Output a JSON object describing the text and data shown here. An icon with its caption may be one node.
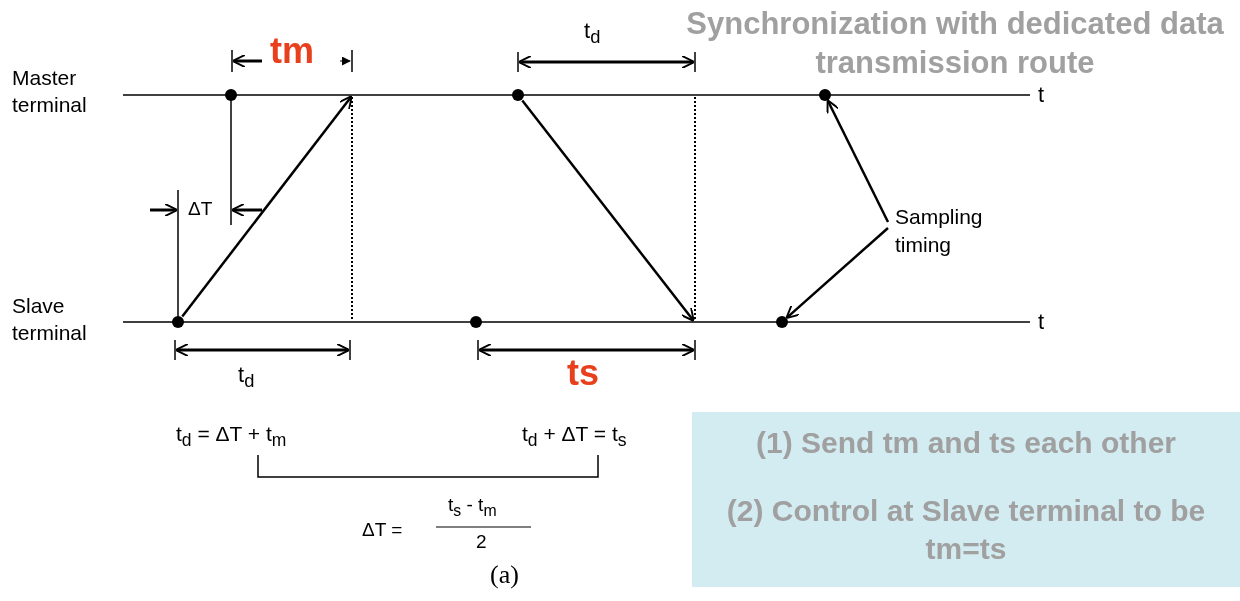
{
  "diagram": {
    "title": "Synchronization with dedicated data transmission route",
    "caption": "(a)",
    "nodes": [
      {
        "text": [],
        "shape": "circle"
      },
      {
        "text": [],
        "shape": "circle"
      },
      {
        "text": [],
        "shape": "circle"
      },
      {
        "text": [],
        "shape": "circle"
      },
      {
        "text": [],
        "shape": "circle"
      },
      {
        "text": [],
        "shape": "circle"
      },
      {
        "text": [
          "Sampling timing"
        ]
      },
      {
        "text": [
          "(1)  Send tm and ts each other",
          "(2)  Control at Slave terminal to be tm=ts"
        ]
      }
    ],
    "edges": [
      {
        "from": 3,
        "to": null,
        "arrow": "to"
      },
      {
        "from": 1,
        "to": null,
        "arrow": "to"
      },
      {
        "from": 6,
        "to": 2,
        "arrow": "to"
      },
      {
        "from": 6,
        "to": 5,
        "arrow": "to"
      }
    ],
    "labels": [
      "tm",
      "t$_{d}$",
      "Master terminal",
      "t",
      "ΔT",
      "Slave terminal",
      "t",
      "t$_{d}$",
      "ts",
      "t$_{d}$ = ΔT + t$_{m}$",
      "t$_{d}$ + ΔT = t$_{s}$",
      "ΔT =",
      "t$_{s}$ - t$_{m}$",
      "2"
    ]
  }
}
